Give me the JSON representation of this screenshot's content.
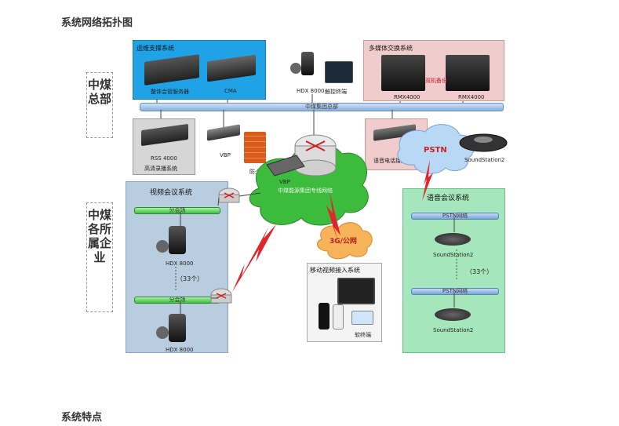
{
  "page": {
    "heading_top": "系统网络拓扑图",
    "heading_bottom": "系统特点"
  },
  "diagram": {
    "side_label_top": "中煤总部",
    "side_label_bottom": "中煤各所属企业",
    "ops_system": {
      "title": "运维支撑系统",
      "device1": "整体会管服务器",
      "device2": "CMA"
    },
    "hdx_top": {
      "name": "HDX 8000",
      "panel": "触控终端"
    },
    "mm_system": {
      "title": "多媒体交换系统",
      "rmx1": "RMX4000",
      "rmx2": "RMX4000",
      "backup": "双机备份"
    },
    "backbone": "中煤集团总部",
    "rss": {
      "name": "RSS 4000",
      "title": "高清录播系统"
    },
    "vbp_left": "VBP",
    "firewall": "防火墙",
    "vbp_center": "VBP",
    "private_cloud": "中煤能源集团专线网络",
    "pstn_gateway": "语音电话接入网关",
    "pstn_cloud": "PSTN",
    "soundstation_top": "SoundStation2",
    "video_conf": {
      "title": "视频会议系统",
      "branch1": "分会场",
      "hdx1": "HDX 8000",
      "count": "（33个）",
      "branch2": "分会场",
      "hdx2": "HDX 8000"
    },
    "cloud_3g": "3G/公网",
    "mobile": {
      "title": "移动视频接入系统",
      "soft": "软终端"
    },
    "voice_conf": {
      "title": "语音会议系统",
      "pstn_net1": "PSTN网络",
      "ss1": "SoundStation2",
      "count": "（33个）",
      "pstn_net2": "PSTN网络",
      "ss2": "SoundStation2"
    },
    "colors": {
      "ops_blue": "#1fa3e6",
      "mm_pink": "#f0cccc",
      "gray_box": "#d6d6d6",
      "video_blue": "#b8cde0",
      "voice_green": "#a6e6bd",
      "backbone": "#a8c6ea",
      "cloud_green": "#3dbb3d",
      "cloud_orange": "#f6b35a",
      "lightning": "#e0262b"
    }
  }
}
